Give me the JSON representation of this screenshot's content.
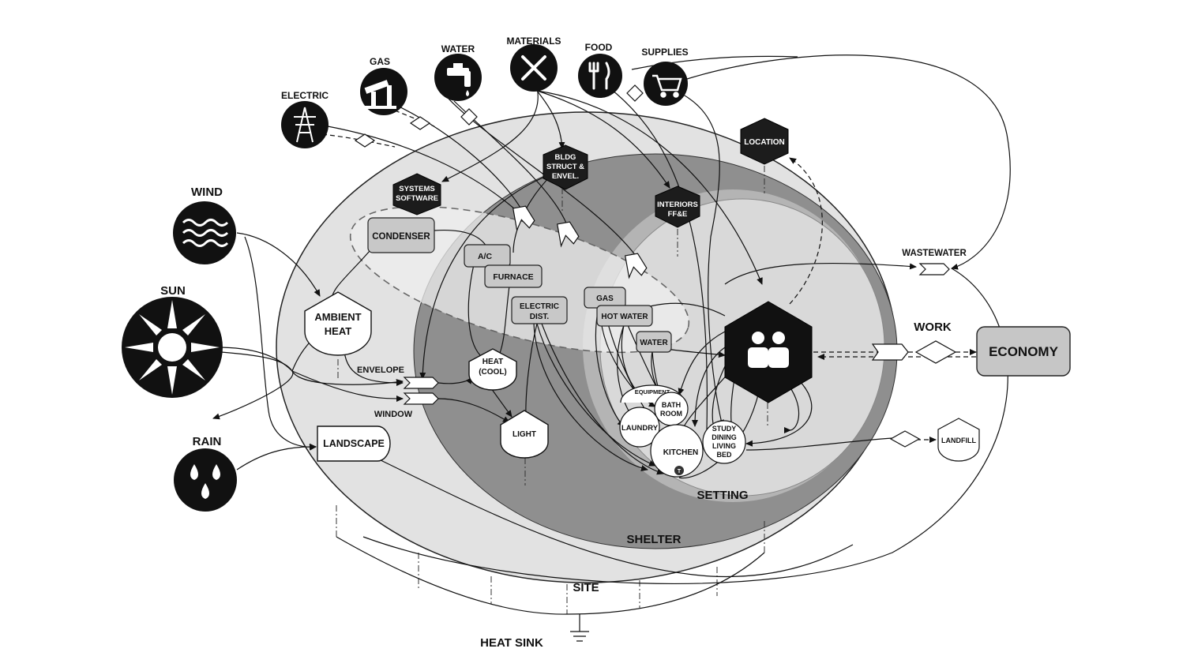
{
  "resources": {
    "electric": "ELECTRIC",
    "gas": "GAS",
    "water": "WATER",
    "materials": "MATERIALS",
    "food": "FOOD",
    "supplies": "SUPPLIES"
  },
  "climate": {
    "wind": "WIND",
    "sun": "SUN",
    "rain": "RAIN"
  },
  "zones": {
    "site": "SITE",
    "shelter": "SHELTER",
    "setting": "SETTING",
    "heat_sink": "HEAT SINK"
  },
  "hex_nodes": {
    "systems_software": [
      "SYSTEMS",
      "SOFTWARE"
    ],
    "bldg_struct": [
      "BLDG",
      "STRUCT &",
      "ENVEL."
    ],
    "interiors": [
      "INTERIORS",
      "FF&E"
    ],
    "location": "LOCATION"
  },
  "systems": {
    "condenser": "CONDENSER",
    "ac": "A/C",
    "furnace": "FURNACE",
    "electric_dist": [
      "ELECTRIC",
      "DIST."
    ],
    "gas": "GAS",
    "hot_water": "HOT WATER",
    "water": "WATER"
  },
  "shield_nodes": {
    "ambient_heat": [
      "AMBIENT",
      "HEAT"
    ],
    "heat_cool": [
      "HEAT",
      "(COOL)"
    ],
    "light": "LIGHT",
    "landscape": "LANDSCAPE",
    "landfill": "LANDFILL"
  },
  "envelope_labels": {
    "envelope": "ENVELOPE",
    "window": "WINDOW"
  },
  "rooms": {
    "equipment": "EQUIPMENT",
    "bathroom": [
      "BATH",
      "ROOM"
    ],
    "laundry": "LAUNDRY",
    "kitchen": "KITCHEN",
    "study": [
      "STUDY",
      "DINING",
      "LIVING",
      "BED"
    ],
    "kitchen_badge": "T"
  },
  "flows": {
    "wastewater": "WASTEWATER",
    "work": "WORK",
    "economy": "ECONOMY"
  }
}
